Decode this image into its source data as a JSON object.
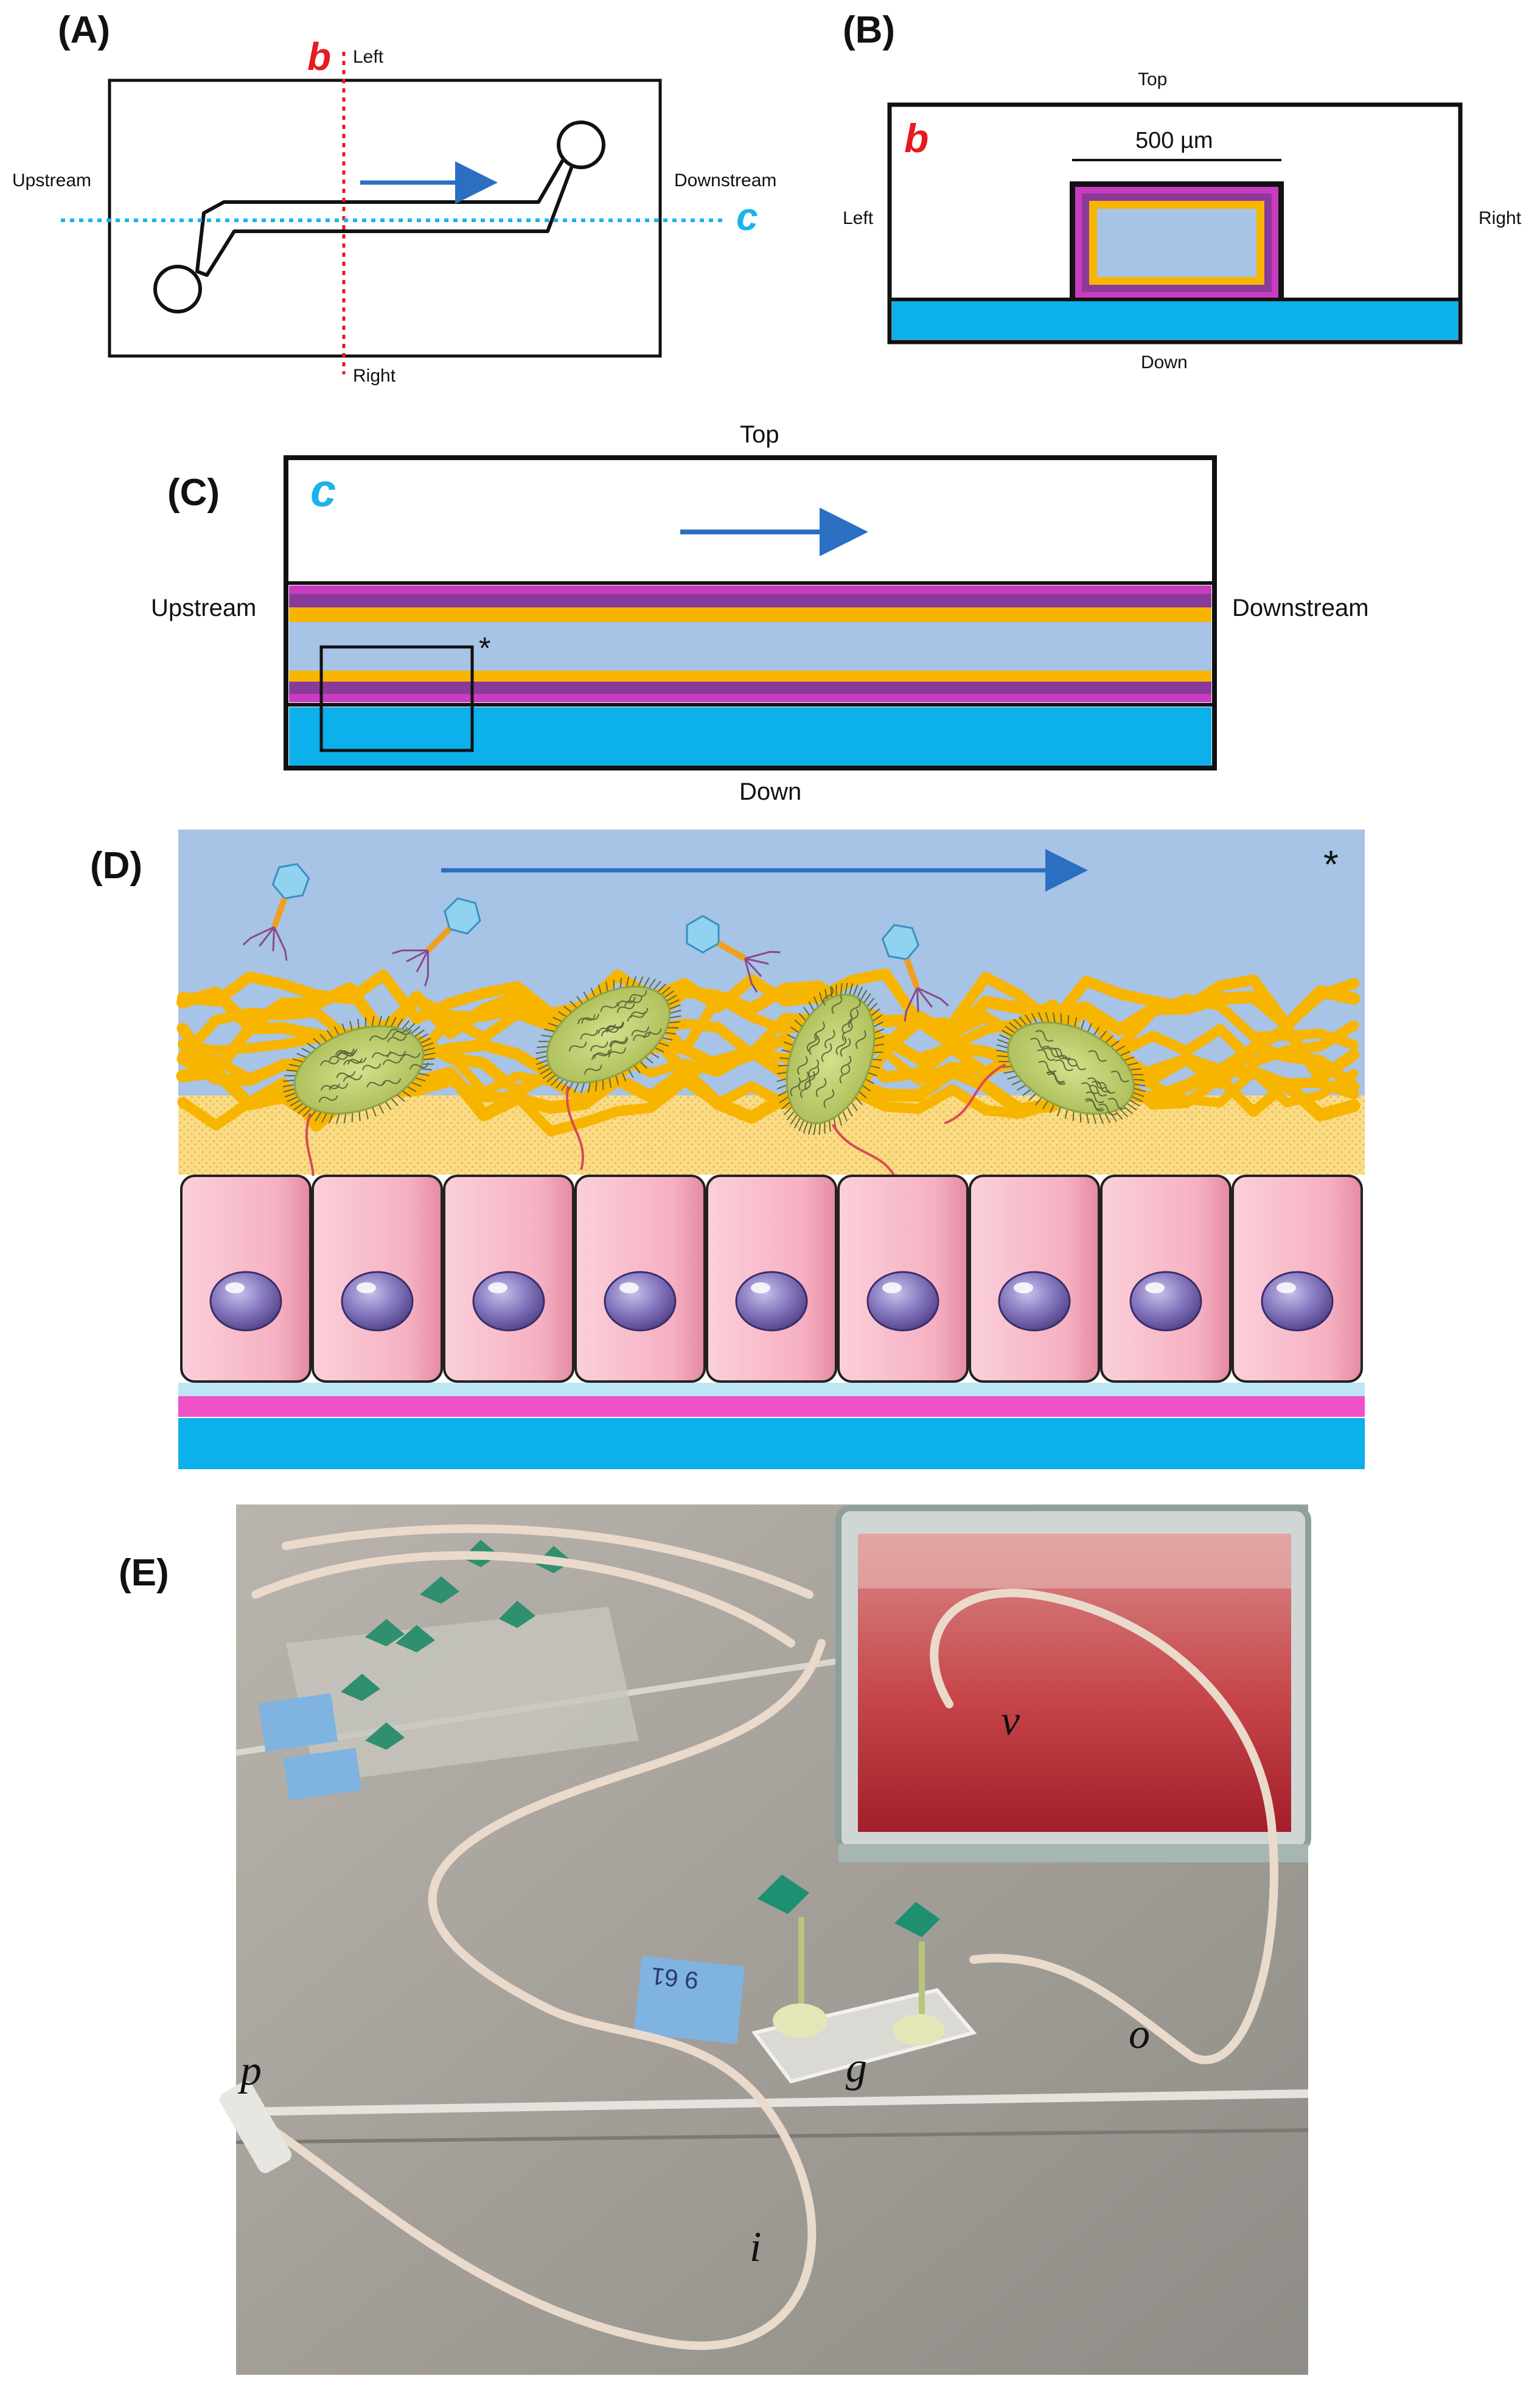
{
  "panels": {
    "A": {
      "label": "(A)",
      "section_b": "b",
      "section_c": "c",
      "left": "Left",
      "right": "Right",
      "upstream": "Upstream",
      "downstream": "Downstream"
    },
    "B": {
      "label": "(B)",
      "section": "b",
      "top": "Top",
      "down": "Down",
      "left": "Left",
      "right": "Right",
      "scale": "500 µm"
    },
    "C": {
      "label": "(C)",
      "section": "c",
      "top": "Top",
      "down": "Down",
      "upstream": "Upstream",
      "downstream": "Downstream",
      "marker": "*"
    },
    "D": {
      "label": "(D)",
      "marker": "*"
    },
    "E": {
      "label": "(E)",
      "tags": {
        "v": "v",
        "o": "o",
        "g": "g",
        "p": "p",
        "i": "i",
        "chip_note": "9 61"
      }
    }
  },
  "colors": {
    "flow_arrow": "#2b6fc2",
    "section_b_line": "#e8191f",
    "section_c_line": "#1ab4ea",
    "membrane_magenta": "#c93cc0",
    "membrane_purple": "#8a3a9a",
    "mucus_yellow": "#f7b500",
    "lumen": "#a7c3e6",
    "substrate_cyan": "#0cb0ea",
    "cell_pink": "#f6aec0",
    "nucleus_purple": "#7a6bb0",
    "bacteria_green": "#b8c96a",
    "medium_red": "#c23038"
  },
  "icons": [
    "flow-arrow-icon",
    "bacteriophage-icon",
    "bacterium-icon",
    "nucleus-icon",
    "asterisk-marker"
  ]
}
